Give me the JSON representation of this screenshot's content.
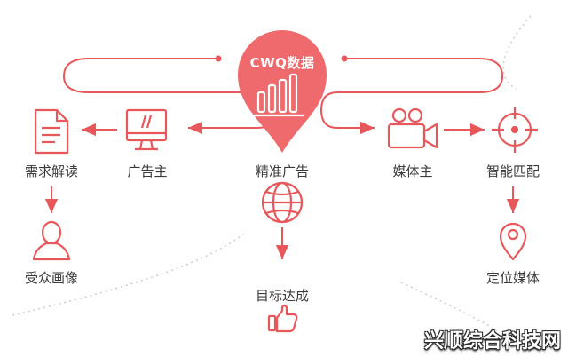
{
  "pin": {
    "title": "CWQ数据"
  },
  "nodes": {
    "need_analysis": "需求解读",
    "advertiser": "广告主",
    "precise_ads": "精准广告",
    "media_owner": "媒体主",
    "smart_match": "智能匹配",
    "audience_profile": "受众画像",
    "goal_reached": "目标达成",
    "geo_target": "定位媒体"
  },
  "watermark": "兴顺综合科技网",
  "colors": {
    "accent": "#e8575a",
    "pin": "#ee6a6c",
    "dot": "#cccccc",
    "text": "#3a3a3a"
  },
  "icons": {
    "need_analysis": "document-icon",
    "advertiser": "monitor-icon",
    "precise_ads": "globe-icon",
    "media_owner": "video-camera-icon",
    "smart_match": "crosshair-icon",
    "audience_profile": "user-icon",
    "goal_reached": "thumbs-up-icon",
    "geo_target": "location-pin-icon",
    "pin": "bar-chart-icon"
  }
}
